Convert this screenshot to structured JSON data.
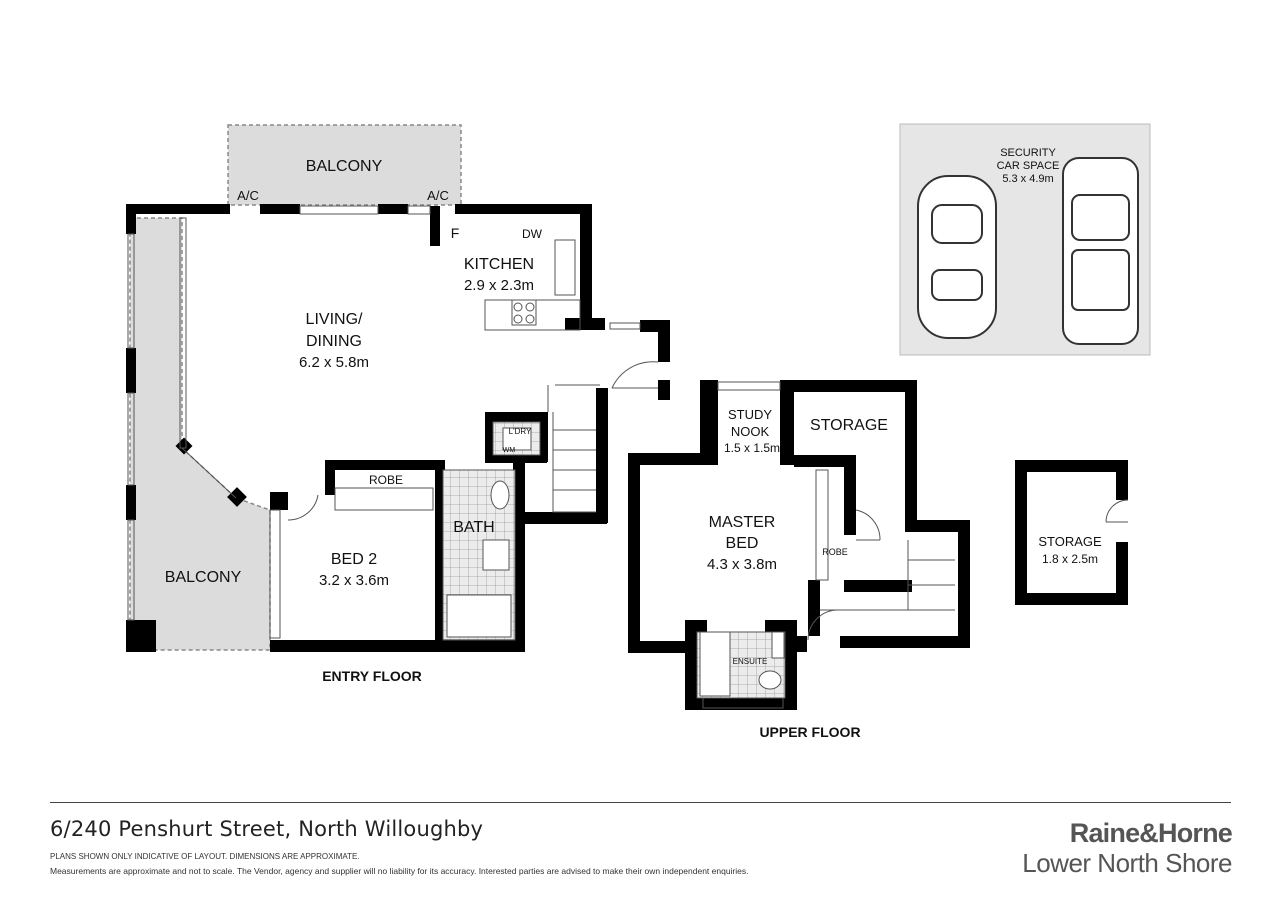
{
  "rooms": {
    "balcony_top": "BALCONY",
    "ac_left": "A/C",
    "ac_right": "A/C",
    "fridge": "F",
    "dishwasher": "DW",
    "kitchen_name": "KITCHEN",
    "kitchen_size": "2.9 x 2.3m",
    "living_line1": "LIVING/",
    "living_line2": "DINING",
    "living_size": "6.2 x 5.8m",
    "laundry": "L'DRY",
    "washing_machine": "WM",
    "robe_bed2": "ROBE",
    "bath": "BATH",
    "bed2_name": "BED 2",
    "bed2_size": "3.2 x 3.6m",
    "balcony_left": "BALCONY",
    "study_line1": "STUDY",
    "study_line2": "NOOK",
    "study_size": "1.5 x 1.5m",
    "storage_upper": "STORAGE",
    "master_line1": "MASTER",
    "master_line2": "BED",
    "master_size": "4.3 x 3.8m",
    "robe_master": "ROBE",
    "ensuite": "ENSUITE",
    "storage_sep_name": "STORAGE",
    "storage_sep_size": "1.8 x 2.5m",
    "car_line1": "SECURITY",
    "car_line2": "CAR SPACE",
    "car_size": "5.3 x 4.9m"
  },
  "floors": {
    "entry": "ENTRY FLOOR",
    "upper": "UPPER FLOOR"
  },
  "footer": {
    "address": "6/240 Penshurt Street, North Willoughby",
    "disclaimer_1": "PLANS SHOWN ONLY INDICATIVE OF LAYOUT.  DIMENSIONS ARE APPROXIMATE.",
    "disclaimer_2": "Measurements are approximate and not to scale. The Vendor, agency and supplier will no liability for its accuracy. Interested parties are advised to make their own independent enquiries.",
    "brand_line1": "Raine&Horne",
    "brand_line2": "Lower North Shore"
  },
  "colors": {
    "wall": "#000000",
    "balcony_fill": "#dcdcdc",
    "car_space_fill": "#e6e6e6",
    "tile_fill": "#e8e8e8",
    "brand_grey": "#555555"
  }
}
